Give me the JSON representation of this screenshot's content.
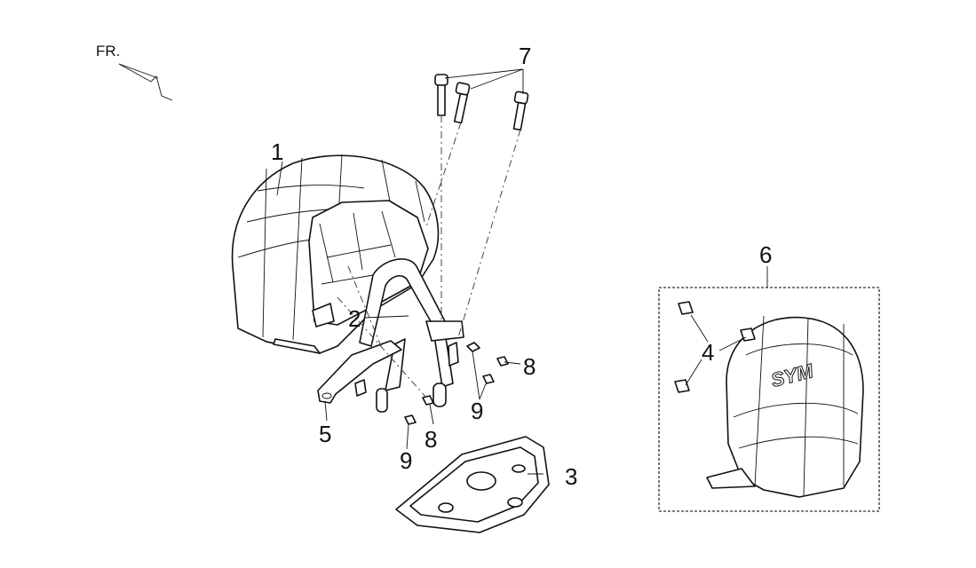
{
  "direction_label": "FR.",
  "logo_text": "SYM",
  "callouts": [
    "1",
    "2",
    "3",
    "4",
    "5",
    "6",
    "7",
    "8",
    "8",
    "9",
    "9"
  ],
  "colors": {
    "line": "#111111",
    "background": "#ffffff",
    "kit_border": "#555555"
  }
}
